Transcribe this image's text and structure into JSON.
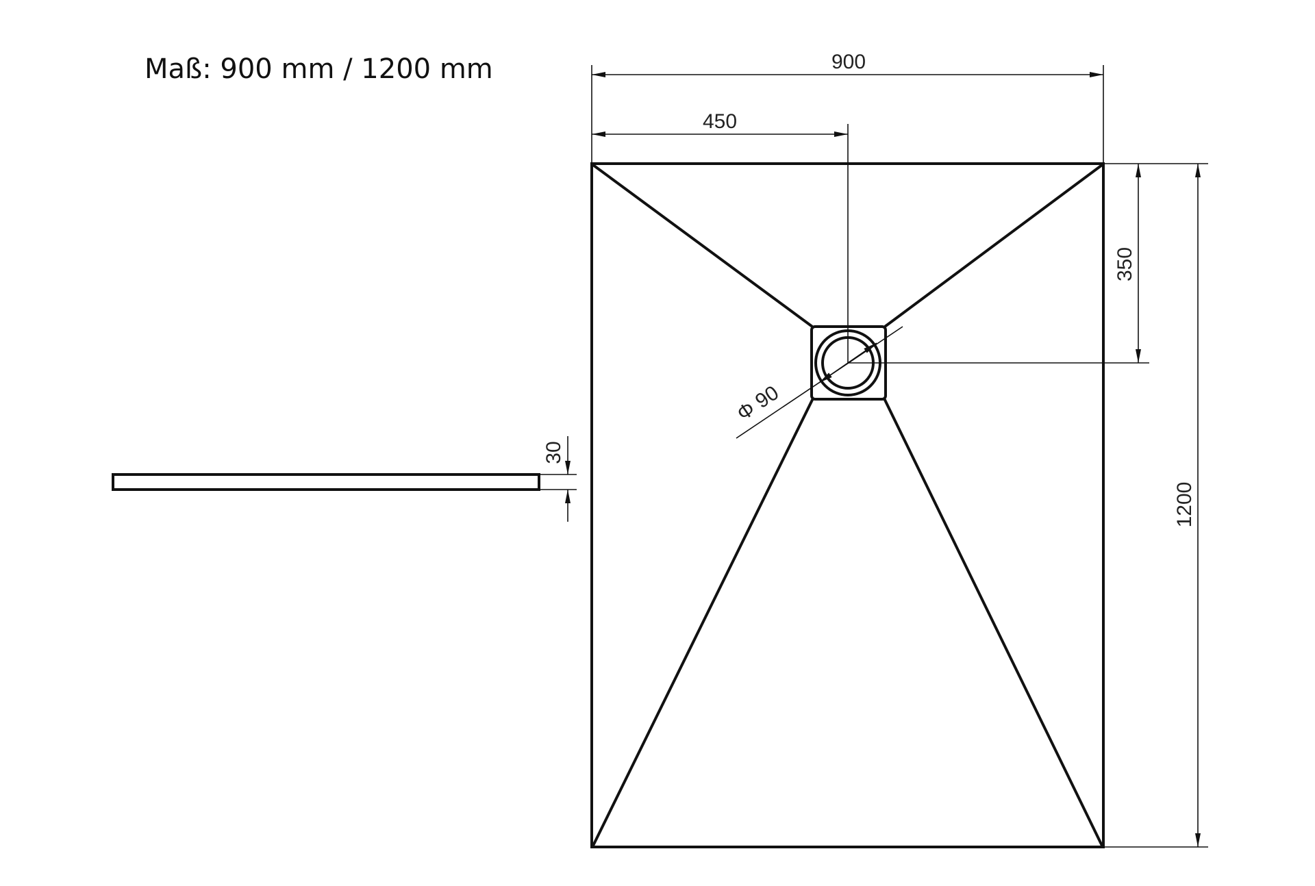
{
  "title": "Maß: 900 mm / 1200 mm",
  "dimensions": {
    "width": "900",
    "half_width": "450",
    "drain_offset": "350",
    "length": "1200",
    "drain_diameter": "Φ 90",
    "thickness": "30"
  },
  "colors": {
    "line": "#111111",
    "background": "#ffffff"
  }
}
